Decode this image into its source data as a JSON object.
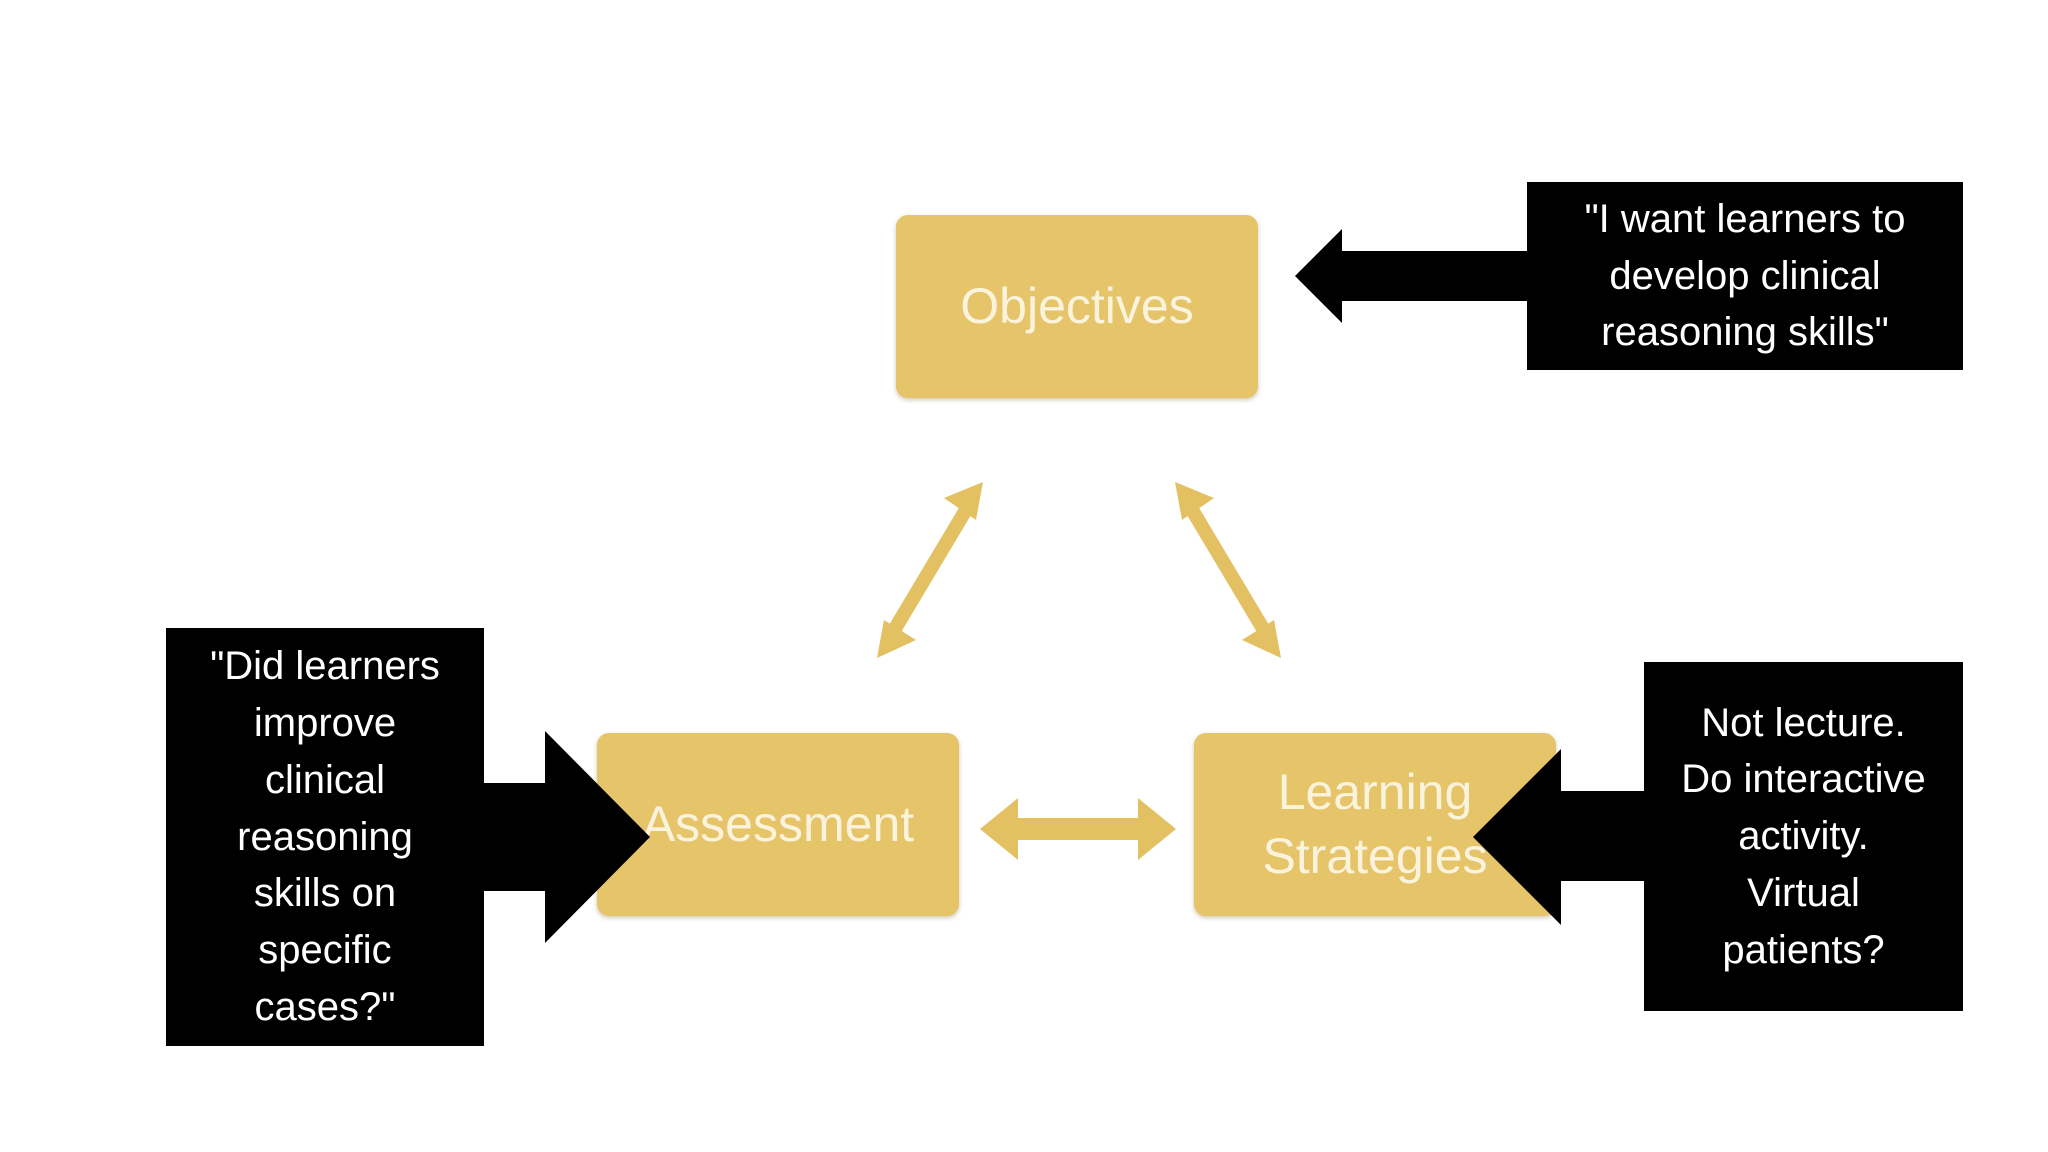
{
  "colors": {
    "node_fill": "#e5c46a",
    "node_text": "#fbf3dc",
    "connector": "#e3c062",
    "callout_fill": "#000000",
    "callout_text": "#ffffff"
  },
  "nodes": {
    "objectives": "Objectives",
    "assessment": "Assessment",
    "learning_strategies": "Learning\nStrategies"
  },
  "callouts": {
    "objectives": "\"I want learners to\ndevelop clinical\nreasoning skills\"",
    "assessment": "\"Did learners\nimprove\nclinical\nreasoning\nskills on\nspecific\ncases?\"",
    "learning_strategies": "Not lecture.\nDo interactive\nactivity.\nVirtual\npatients?"
  }
}
